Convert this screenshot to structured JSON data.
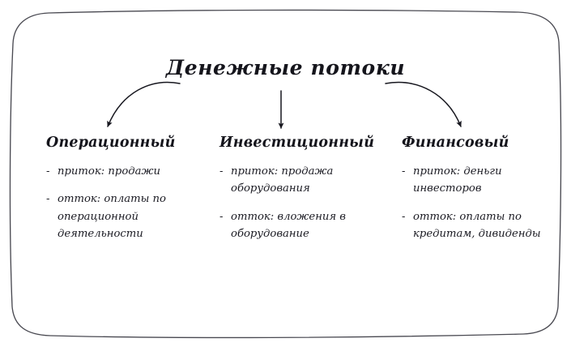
{
  "title": "Денежные потоки",
  "colors": {
    "background": "#ffffff",
    "text": "#15151c",
    "body_text": "#1b1b23",
    "frame_stroke": "#4a4a52",
    "arrow_stroke": "#17171f"
  },
  "bullet_marker": "-",
  "columns": [
    {
      "id": "operating",
      "heading": "Операционный",
      "items": [
        "приток: продажи",
        "отток: оплаты по операционной деятельности"
      ]
    },
    {
      "id": "investing",
      "heading": "Инвестиционный",
      "items": [
        "приток: продажа оборудования",
        "отток: вложения в оборудование"
      ]
    },
    {
      "id": "financing",
      "heading": "Финансовый",
      "items": [
        "приток: деньги инвесторов",
        "отток: оплаты по кредитам, дивиденды"
      ]
    }
  ],
  "arrows": [
    {
      "id": "arrow-to-operating",
      "direction": "curve-down-left"
    },
    {
      "id": "arrow-to-investing",
      "direction": "straight-down"
    },
    {
      "id": "arrow-to-financing",
      "direction": "curve-down-right"
    }
  ],
  "frame": {
    "shape": "hand-drawn-rounded-rectangle"
  }
}
